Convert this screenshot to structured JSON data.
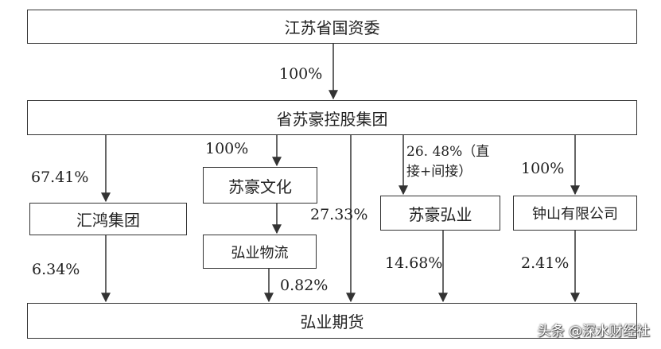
{
  "nodes": {
    "jiangsu_sasac": "江苏省国资委",
    "suhao_holding": "省苏豪控股集团",
    "huihong_group": "汇鸿集团",
    "suhao_culture": "苏豪文化",
    "hongye_logistics": "弘业物流",
    "suhao_hongye": "苏豪弘业",
    "zhongshan_co": "钟山有限公司",
    "hongye_futures": "弘业期货"
  },
  "edges": {
    "sasac_to_holding": "100%",
    "holding_to_huihong": "67.41%",
    "holding_to_culture": "100%",
    "holding_to_futures_direct": "27.33%",
    "holding_to_hongye_line1": "26. 48%（直",
    "holding_to_hongye_line2": "接+间接）",
    "holding_to_zhongshan": "100%",
    "huihong_to_futures": "6.34%",
    "logistics_to_futures": "0.82%",
    "hongye_to_futures": "14.68%",
    "zhongshan_to_futures": "2.41%"
  },
  "watermark": "头条 @深水财经社"
}
